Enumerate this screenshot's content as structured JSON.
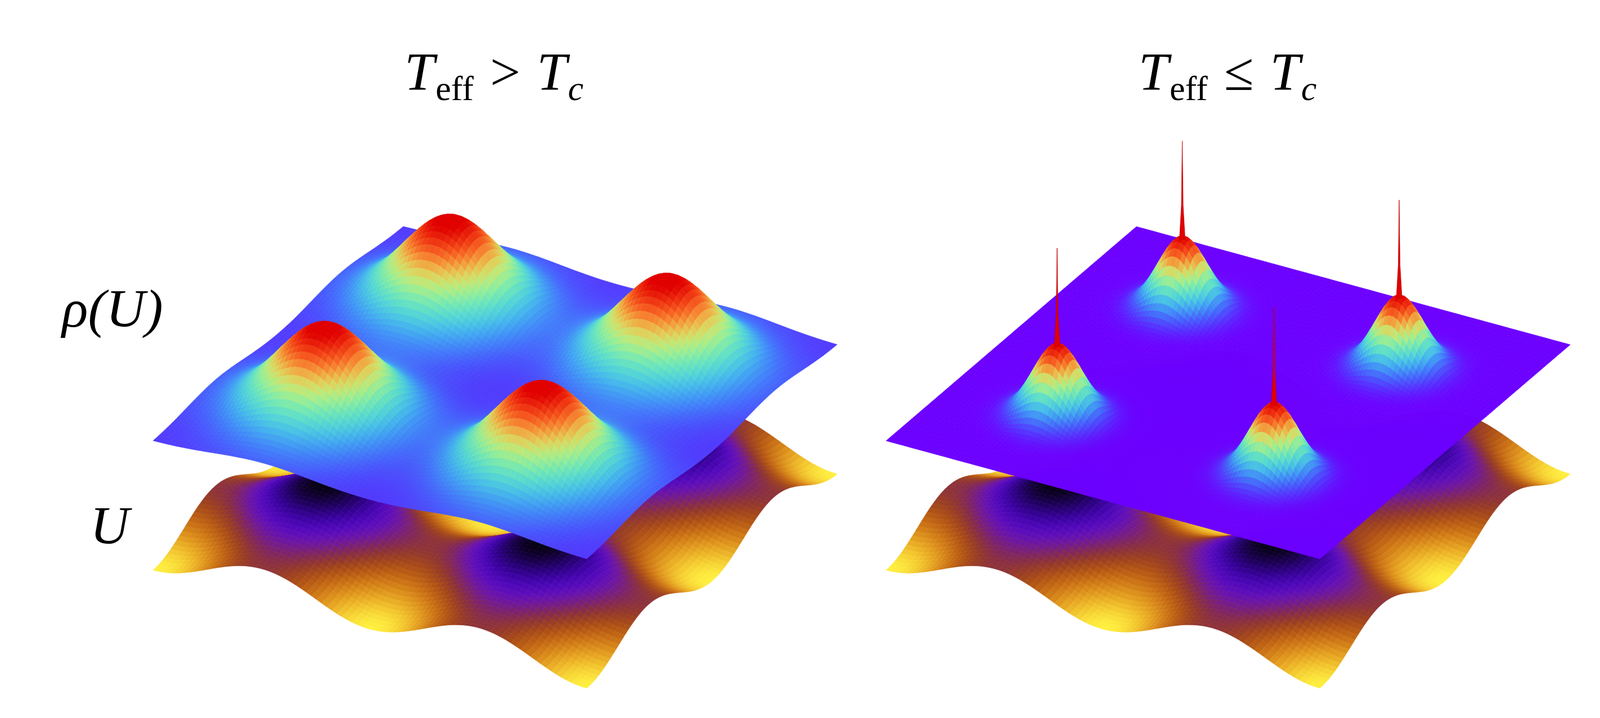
{
  "diagram": {
    "labels": [
      "T",
      "eff",
      ">",
      "T",
      "c",
      "T",
      "eff",
      "≤",
      "T",
      "c",
      "ρ(U)",
      "U"
    ]
  }
}
